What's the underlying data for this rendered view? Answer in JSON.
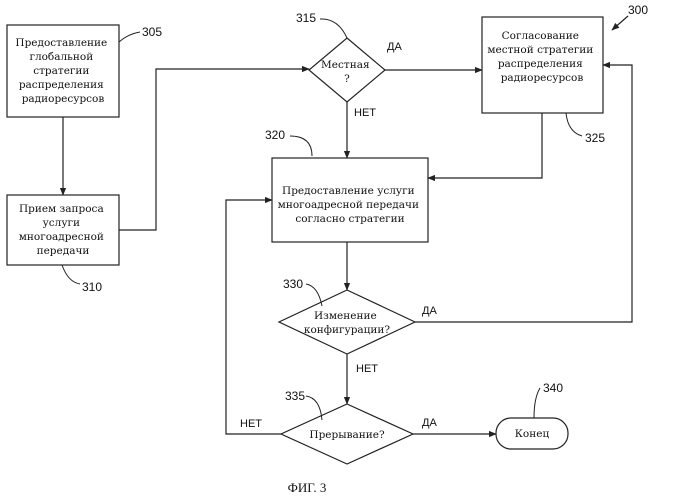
{
  "figure": {
    "number": "300",
    "caption": "ФИГ. 3"
  },
  "nodes": {
    "provide_global": {
      "ref": "305",
      "lines": [
        "Предоставление",
        "глобальной",
        "стратегии",
        "распределения",
        "радиоресурсов"
      ]
    },
    "receive_request": {
      "ref": "310",
      "lines": [
        "Прием запроса",
        "услуги",
        "многоадресной",
        "передачи"
      ]
    },
    "local_decision": {
      "ref": "315",
      "lines": [
        "Местная",
        "?"
      ]
    },
    "provide_service": {
      "ref": "320",
      "lines": [
        "Предоставление услуги",
        "многоадресной передачи",
        "согласно стратегии"
      ]
    },
    "negotiate_local": {
      "ref": "325",
      "lines": [
        "Согласование",
        "местной стратегии",
        "распределения",
        "радиоресурсов"
      ]
    },
    "config_change": {
      "ref": "330",
      "lines": [
        "Изменение",
        "конфигурации?"
      ]
    },
    "interrupt": {
      "ref": "335",
      "lines": [
        "Прерывание?"
      ]
    },
    "end": {
      "ref": "340",
      "lines": [
        "Конец"
      ]
    }
  },
  "edges": {
    "local_yes": "ДА",
    "local_no": "НЕТ",
    "config_yes": "ДА",
    "config_no": "НЕТ",
    "interrupt_yes": "ДА",
    "interrupt_no": "НЕТ"
  }
}
